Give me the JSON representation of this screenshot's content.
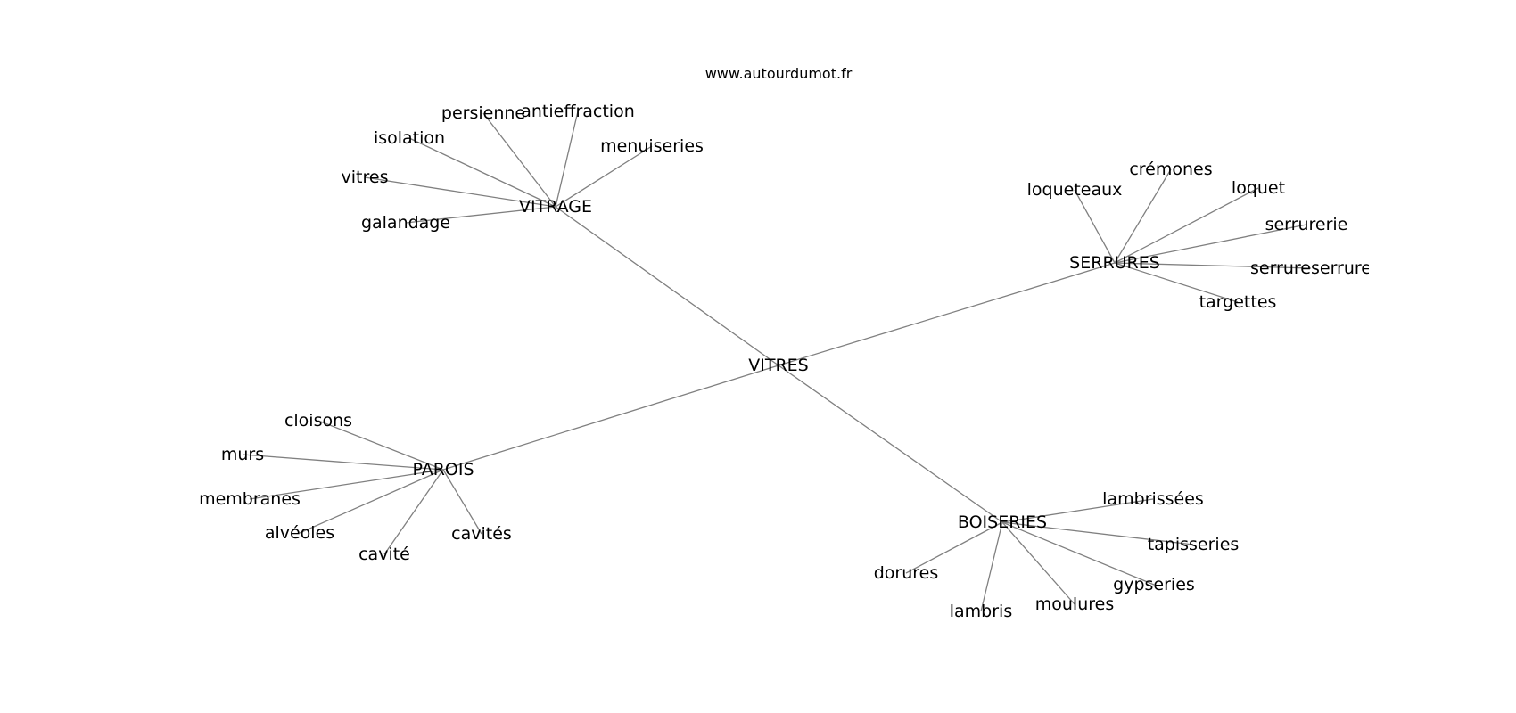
{
  "watermark": "www.autourdumot.fr",
  "colors": {
    "edge": "#808080",
    "text": "#000000",
    "background": "#ffffff"
  },
  "center": "VITRES",
  "hubs": [
    {
      "label": "VITRAGE",
      "children": [
        "persienne",
        "antieffraction",
        "isolation",
        "menuiseries",
        "vitres",
        "galandage"
      ]
    },
    {
      "label": "SERRURES",
      "children": [
        "crémones",
        "loqueteaux",
        "loquet",
        "serrurerie",
        "serrureserrure",
        "targettes"
      ]
    },
    {
      "label": "PAROIS",
      "children": [
        "cloisons",
        "murs",
        "membranes",
        "alvéoles",
        "cavité",
        "cavités"
      ]
    },
    {
      "label": "BOISERIES",
      "children": [
        "lambrissées",
        "tapisseries",
        "gypseries",
        "dorures",
        "moulures",
        "lambris"
      ]
    }
  ]
}
